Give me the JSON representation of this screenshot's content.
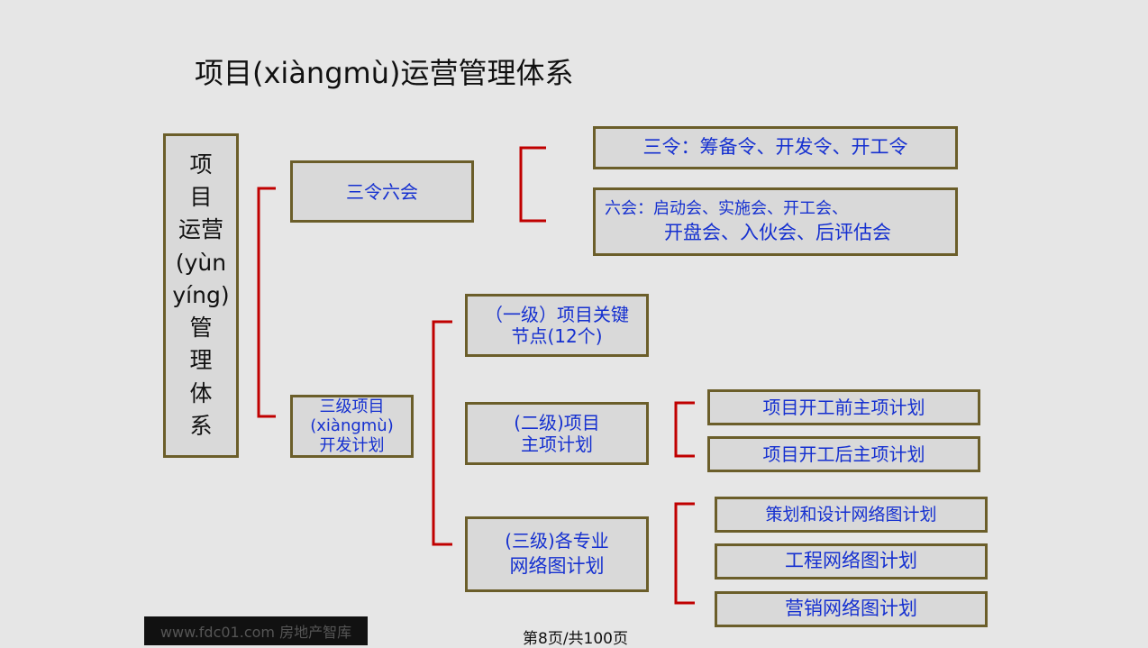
{
  "title": "项目(xiàngmù)运营管理体系",
  "root": {
    "lines": [
      "项",
      "目",
      "运营",
      "(yùn",
      "yíng)",
      "管",
      "理",
      "体",
      "系"
    ]
  },
  "branch_a": {
    "label": "三令六会",
    "items": [
      {
        "lines": [
          "三令：筹备令、开发令、开工令"
        ]
      },
      {
        "lines": [
          "六会：启动会、实施会、开工会、",
          "开盘会、入伙会、后评估会"
        ]
      }
    ]
  },
  "branch_b": {
    "lines": [
      "三级项目",
      "(xiàngmù)",
      "开发计划"
    ],
    "level1": {
      "lines": [
        "（一级）项目关键",
        "节点(12个)"
      ]
    },
    "level2": {
      "lines": [
        "(二级)项目",
        "主项计划"
      ],
      "items": [
        "项目开工前主项计划",
        "项目开工后主项计划"
      ]
    },
    "level3": {
      "lines": [
        "(三级)各专业",
        "网络图计划"
      ],
      "items": [
        "策划和设计网络图计划",
        "工程网络图计划",
        "营销网络图计划"
      ]
    }
  },
  "footer": {
    "site": "www.fdc01.com 房地产智库",
    "page": "第8页/共100页"
  },
  "colors": {
    "bracket": "#c00000",
    "box_border": "#6b5e2a",
    "box_fill": "#d9d9d9",
    "text_blue": "#1530d0",
    "background": "#e6e6e6"
  }
}
